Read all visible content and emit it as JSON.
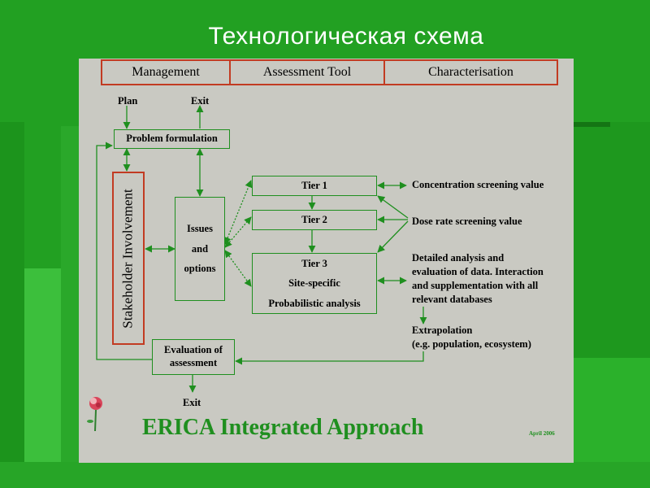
{
  "slide": {
    "title": "Технологическая схема"
  },
  "header": {
    "management": "Management",
    "assessment_tool": "Assessment Tool",
    "characterisation": "Characterisation"
  },
  "flow": {
    "plan": "Plan",
    "exit_top": "Exit",
    "problem_formulation": "Problem formulation",
    "stakeholder": "Stakeholder Involvement",
    "issues_line1": "Issues",
    "issues_line2": "and",
    "issues_line3": "options",
    "tier1": "Tier 1",
    "tier2": "Tier 2",
    "tier3_line1": "Tier 3",
    "tier3_line2": "Site-specific",
    "tier3_line3": "Probabilistic analysis",
    "concentration": "Concentration screening value",
    "dose_rate": "Dose rate screening value",
    "detailed_line1": "Detailed analysis and",
    "detailed_line2": "evaluation of data. Interaction",
    "detailed_line3": "and supplementation with all",
    "detailed_line4": "relevant databases",
    "extrapolation_line1": "Extrapolation",
    "extrapolation_line2": "(e.g. population, ecosystem)",
    "evaluation_line1": "Evaluation of",
    "evaluation_line2": "assessment",
    "exit_bottom": "Exit"
  },
  "footer": {
    "brand": "ERICA Integrated Approach",
    "date": "April 2006"
  },
  "colors": {
    "background": "#22a022",
    "panel": "#c9c9c2",
    "header_border": "#c23b22",
    "arrow": "#1f8f1f"
  }
}
